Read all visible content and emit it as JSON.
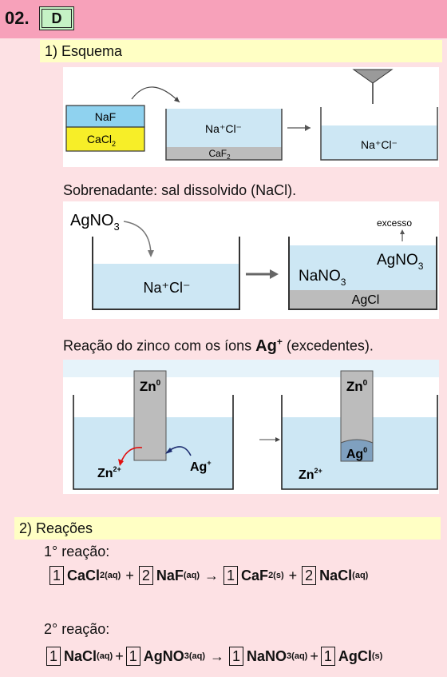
{
  "question": {
    "number": "02.",
    "answer": "D"
  },
  "section1": {
    "title": "1) Esquema"
  },
  "diagram1": {
    "layer_top": "NaF",
    "layer_bottom": "CaCl",
    "layer_bottom_sub": "2",
    "beaker1_solution": "Na⁺Cl⁻",
    "beaker1_precipitate": "CaF",
    "beaker1_precipitate_sub": "2",
    "beaker2_solution": "Na⁺Cl⁻"
  },
  "text_supernatant": "Sobrenadante: sal dissolvido (NaCl).",
  "diagram2": {
    "reagent": "AgNO",
    "reagent_sub": "3",
    "beaker1_solution": "Na⁺Cl⁻",
    "excess_label": "excesso",
    "beaker2_excess": "AgNO",
    "beaker2_excess_sub": "3",
    "beaker2_solution": "NaNO",
    "beaker2_solution_sub": "3",
    "beaker2_precipitate": "AgCl"
  },
  "text_zinc": {
    "before": "Reação do zinco com os íons ",
    "ion": "Ag",
    "ion_sup": "+",
    "after": " (excedentes)."
  },
  "diagram3": {
    "rod1": "Zn",
    "rod1_sup": "0",
    "zn_ion": "Zn",
    "zn_ion_sup": "2+",
    "ag_ion": "Ag",
    "ag_ion_sup": "+",
    "rod2": "Zn",
    "rod2_sup": "0",
    "deposit": "Ag",
    "deposit_sup": "0",
    "zn_ion2": "Zn",
    "zn_ion2_sup": "2+"
  },
  "section2": {
    "title": "2) Reações"
  },
  "reaction1": {
    "label": "1° reação:",
    "c1": "1",
    "r1": "CaCl",
    "r1_sub": "2(aq)",
    "c2": "2",
    "r2": "NaF",
    "r2_sub": "(aq)",
    "c3": "1",
    "p1": "CaF",
    "p1_sub": "2(s)",
    "c4": "2",
    "p2": "NaCl",
    "p2_sub": "(aq)"
  },
  "reaction2": {
    "label": "2° reação:",
    "c1": "1",
    "r1": "NaCl",
    "r1_sub": "(aq)",
    "c2": "1",
    "r2": "AgNO",
    "r2_sub": "3(aq)",
    "c3": "1",
    "p1": "NaNO",
    "p1_sub": "3(aq)",
    "c4": "1",
    "p2": "AgCl",
    "p2_sub": "(s)"
  },
  "colors": {
    "header": "#f7a1ba",
    "background": "#fde1e4",
    "section_bg": "#ffffc4",
    "answer_bg": "#c5f2c5",
    "solution": "#cde7f4",
    "naf_layer": "#8fd2ef",
    "cacl2_layer": "#f7ee28",
    "precipitate": "#bcbcbc"
  }
}
